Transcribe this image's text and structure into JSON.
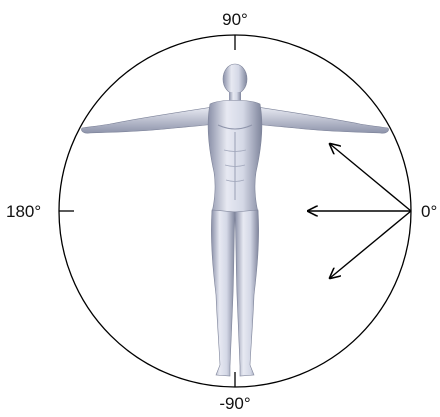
{
  "angle_labels": {
    "top": "90°",
    "right": "0°",
    "bottom": "-90°",
    "left": "180°"
  },
  "colors": {
    "circle": "#000000",
    "arrows": "#000000",
    "figure_light": "#e6e8f1",
    "figure_mid": "#b7bccd",
    "figure_dark": "#7f859c"
  },
  "arrow_directions_deg": [
    135,
    180,
    225
  ]
}
